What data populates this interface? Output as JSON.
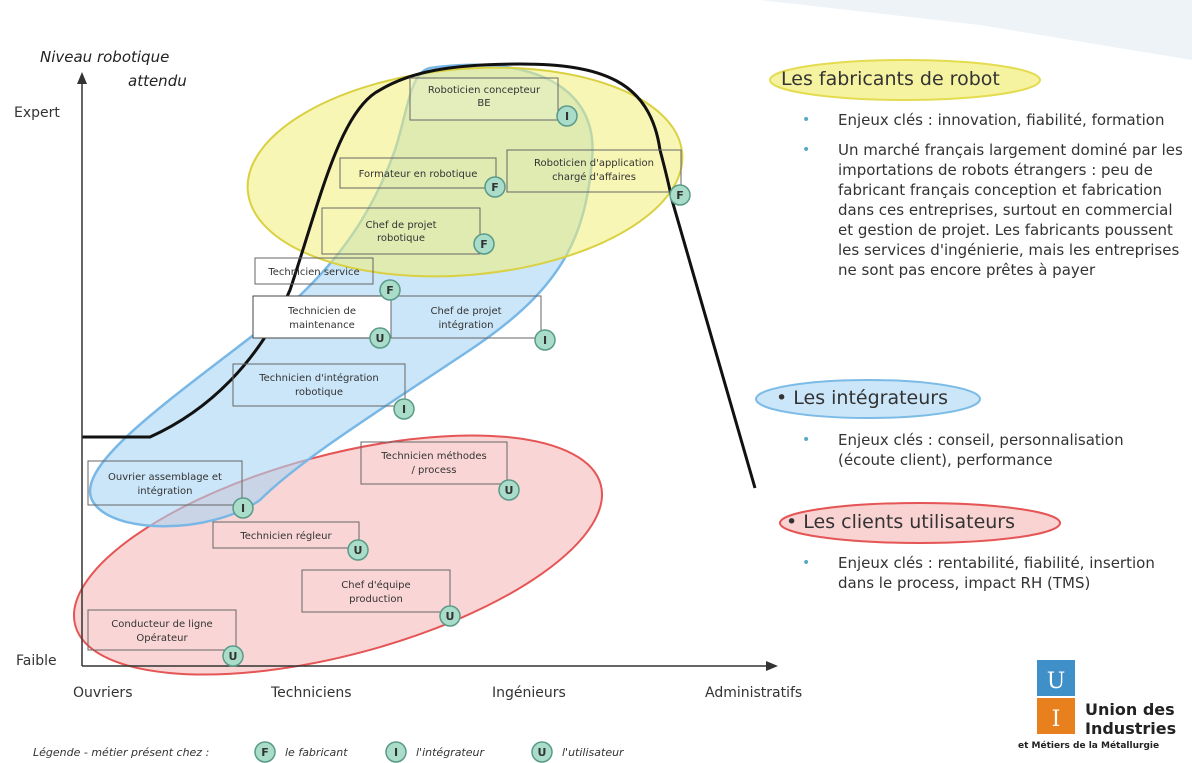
{
  "axes": {
    "y_title_line1": "Niveau robotique",
    "y_title_line2": "attendu",
    "y_top": "Expert",
    "y_bottom": "Faible",
    "x_labels": [
      "Ouvriers",
      "Techniciens",
      "Ingénieurs",
      "Administratifs"
    ]
  },
  "jobs": [
    {
      "l1": "Roboticien concepteur",
      "l2": "BE",
      "badge": "I"
    },
    {
      "l1": "Formateur en robotique",
      "l2": "",
      "badge": "F"
    },
    {
      "l1": "Roboticien d'application",
      "l2": "chargé d'affaires",
      "badge": "F"
    },
    {
      "l1": "Chef de projet",
      "l2": "robotique",
      "badge": "F"
    },
    {
      "l1": "Technicien service",
      "l2": "",
      "badge": "F"
    },
    {
      "l1": "Technicien de",
      "l2": "maintenance",
      "badge": "U"
    },
    {
      "l1": "Chef de projet",
      "l2": "intégration",
      "badge": "I"
    },
    {
      "l1": "Technicien d'intégration",
      "l2": "robotique",
      "badge": "I"
    },
    {
      "l1": "Ouvrier assemblage et",
      "l2": "intégration",
      "badge": "I"
    },
    {
      "l1": "Technicien méthodes",
      "l2": "/ process",
      "badge": "U"
    },
    {
      "l1": "Technicien régleur",
      "l2": "",
      "badge": "U"
    },
    {
      "l1": "Chef d'équipe",
      "l2": "production",
      "badge": "U"
    },
    {
      "l1": "Conducteur de ligne",
      "l2": "Opérateur",
      "badge": "U"
    }
  ],
  "legend": {
    "title": "Légende - métier présent chez :",
    "items": [
      {
        "badge": "F",
        "label": "le fabricant"
      },
      {
        "badge": "I",
        "label": "l'intégrateur"
      },
      {
        "badge": "U",
        "label": "l'utilisateur"
      }
    ]
  },
  "sections": [
    {
      "title": "Les fabricants de robot",
      "color": "#f2ee78",
      "bullets": [
        "Enjeux clés : innovation, fiabilité, formation",
        "Un marché français largement dominé par les importations de robots étrangers : peu de fabricant français conception et fabrication dans ces entreprises, surtout en commercial et gestion de projet. Les fabricants poussent les services d'ingénierie, mais les entreprises ne sont pas encore prêtes à payer"
      ]
    },
    {
      "title": "Les intégrateurs",
      "color": "#a9d6f3",
      "bullets": [
        "Enjeux clés : conseil, personnalisation (écoute client), performance"
      ]
    },
    {
      "title": "Les clients utilisateurs",
      "color": "#f4a5a5",
      "bullets": [
        "Enjeux clés : rentabilité, fiabilité, insertion dans le process, impact RH (TMS)"
      ]
    }
  ],
  "logo": {
    "letters": [
      "U",
      "I"
    ],
    "line1": "Union des",
    "line2": "Industries",
    "line3": "et Métiers de la Métallurgie"
  },
  "colors": {
    "fabricant": "#f2ee78",
    "integrateur": "#a9d6f3",
    "utilisateur": "#f4a5a5",
    "badge_fill": "#a9dcc9",
    "logo_blue": "#3f8fc8",
    "logo_orange": "#e8801e"
  }
}
